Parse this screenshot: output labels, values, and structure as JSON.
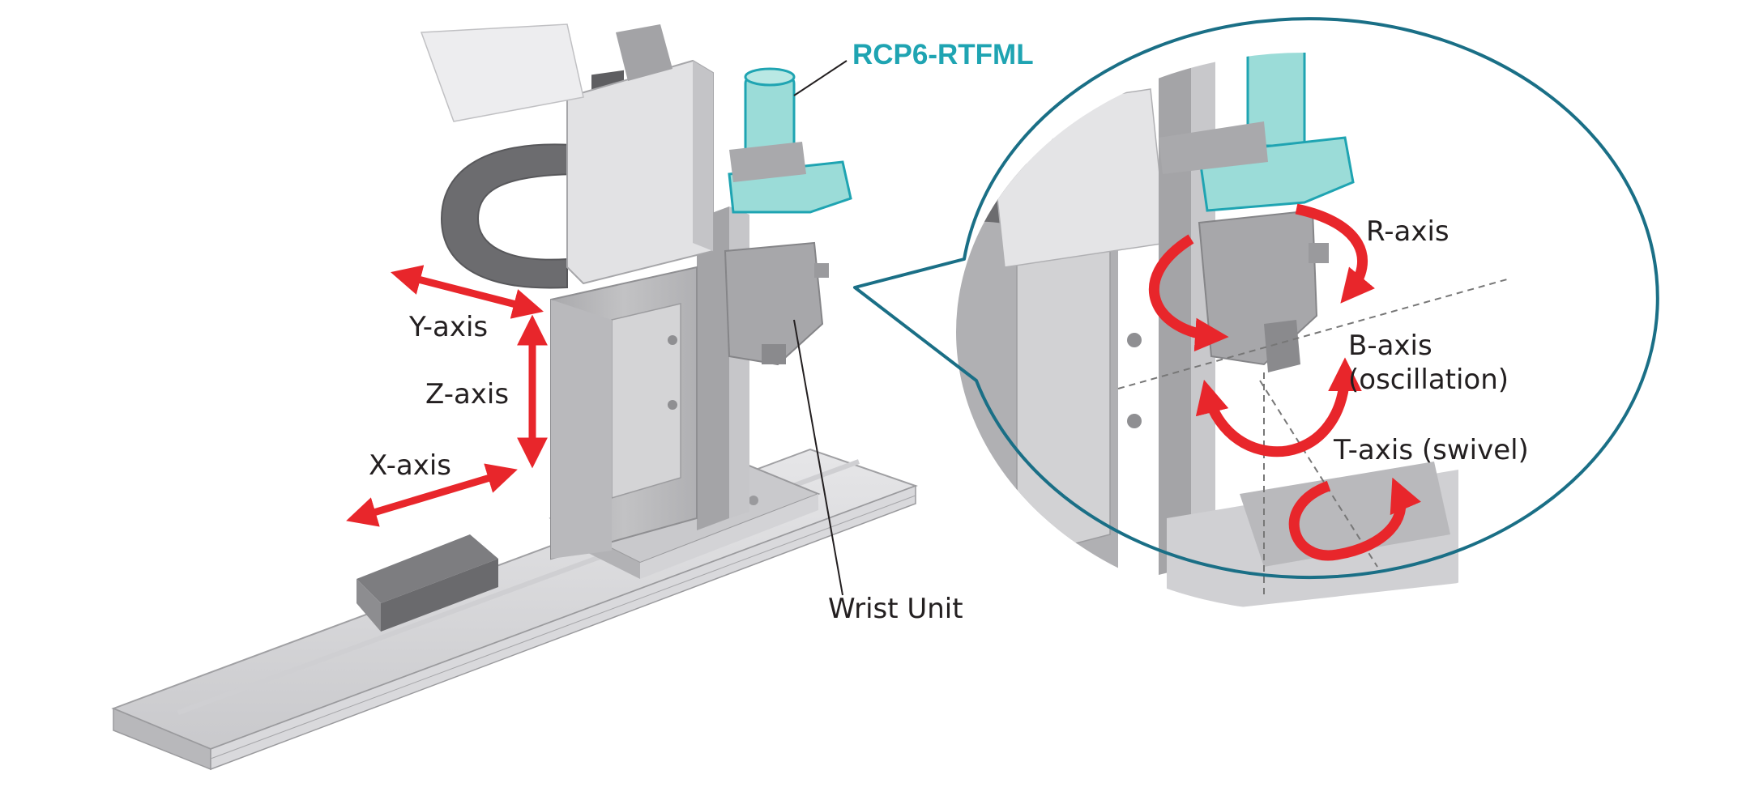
{
  "labels": {
    "product_model": "RCP6-RTFML",
    "y_axis": "Y-axis",
    "z_axis": "Z-axis",
    "x_axis": "X-axis",
    "wrist_unit": "Wrist Unit",
    "r_axis": "R-axis",
    "b_axis_line1": "B-axis",
    "b_axis_line2": "(oscillation)",
    "t_axis": "T-axis (swivel)"
  },
  "colors": {
    "accent": "#1fa4b2",
    "arrow": "#e8262b",
    "callout_border": "#1a6f86",
    "body_gray": "#b5b5b7",
    "light_gray": "#d7d7d9",
    "dark_gray": "#8a8a8d",
    "text": "#231f20",
    "actuator": "#9bdcd8"
  }
}
